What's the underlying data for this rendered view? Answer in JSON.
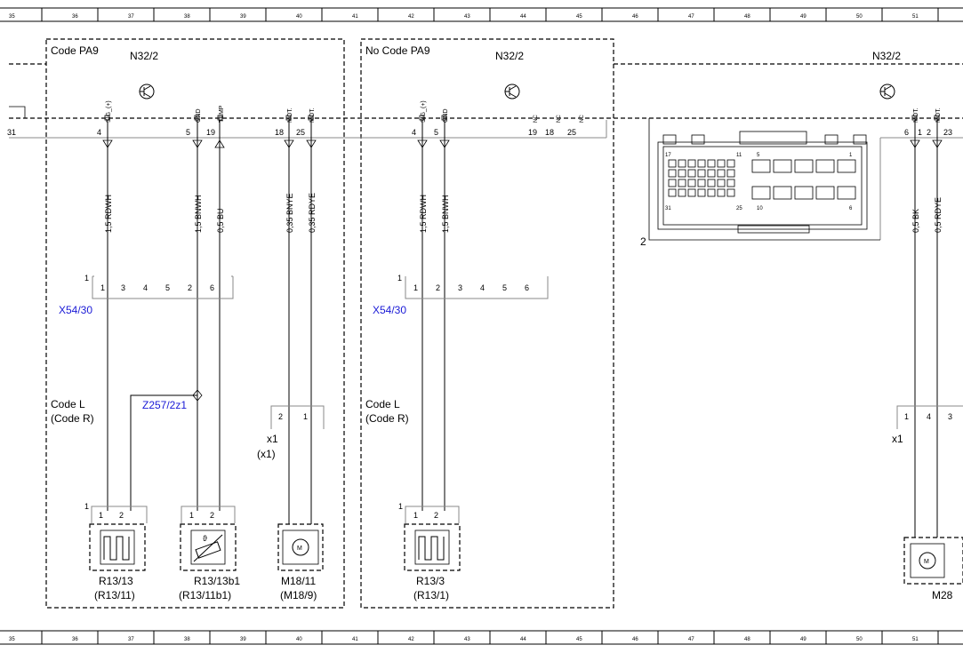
{
  "grid_numbers": [
    "35",
    "36",
    "37",
    "38",
    "39",
    "40",
    "41",
    "42",
    "43",
    "44",
    "45",
    "46",
    "47",
    "48",
    "49",
    "50",
    "51"
  ],
  "left_block": {
    "code_label": "Code PA9",
    "module_label": "N32/2",
    "pins": {
      "p4_sig": "SIG_(+)",
      "p5_gnd": "GND",
      "p19_temp": "TEMP",
      "p18": "MOT.",
      "p25": "MOT.",
      "n4": "4",
      "n5": "5",
      "n19": "19",
      "n18": "18",
      "n25": "25",
      "n31": "31"
    },
    "wires": {
      "w1": "1,5 RDWH",
      "w2": "1,5 BNWH",
      "w3": "0,5 BU",
      "w4": "0,35 BNYE",
      "w5": "0,35 RDYE"
    },
    "connector": {
      "label": "X54/30",
      "pin_num": "1",
      "pins": [
        "1",
        "3",
        "4",
        "5",
        "2",
        "6"
      ]
    },
    "splice": "Z257/2z1",
    "code_l": "Code L",
    "code_r": "(Code R)",
    "x1": "x1",
    "x1b": "(x1)",
    "m_conn_pins": [
      "2",
      "1"
    ],
    "comp1": {
      "name": "R13/13",
      "alt": "(R13/11)",
      "pins": [
        "1",
        "2"
      ],
      "pin_num": "1"
    },
    "comp2": {
      "name": "R13/13b1",
      "alt": "(R13/11b1)",
      "pins": [
        "1",
        "2"
      ]
    },
    "comp3": {
      "name": "M18/11",
      "alt": "(M18/9)"
    }
  },
  "mid_block": {
    "code_label": "No  Code PA9",
    "module_label": "N32/2",
    "pins": {
      "p4_sig": "SIG_(+)",
      "p5_gnd": "GND",
      "nc1": "NC",
      "nc2": "NC",
      "nc3": "NC",
      "n4": "4",
      "n5": "5",
      "n19": "19",
      "n18": "18",
      "n25": "25"
    },
    "wires": {
      "w1": "1,5 RDWH",
      "w2": "1,5 BNWH"
    },
    "connector": {
      "label": "X54/30",
      "pin_num": "1",
      "pins": [
        "1",
        "2",
        "3",
        "4",
        "5",
        "6"
      ]
    },
    "code_l": "Code L",
    "code_r": "(Code R)",
    "comp": {
      "name": "R13/3",
      "alt": "(R13/1)",
      "pins": [
        "1",
        "2"
      ],
      "pin_num": "1"
    }
  },
  "right_block": {
    "module_label": "N32/2",
    "pins": {
      "n6": "6",
      "n1": "1",
      "n2": "2",
      "n23": "23",
      "p_mot1": "MOT.",
      "p_mot2": "MOT."
    },
    "wires": {
      "w1": "0,5 BK",
      "w2": "0,5 RDYE"
    },
    "connector_label": "2",
    "conn_nums": {
      "a": "17",
      "b": "11",
      "c": "5",
      "d": "1",
      "e": "31",
      "f": "25",
      "g": "10",
      "h": "6"
    },
    "x1": "x1",
    "m_conn_pins": [
      "1",
      "4",
      "3"
    ],
    "comp": {
      "name": "M28"
    }
  },
  "icons": [
    "transistor-icon",
    "heater-icon",
    "sensor-icon",
    "motor-icon"
  ]
}
